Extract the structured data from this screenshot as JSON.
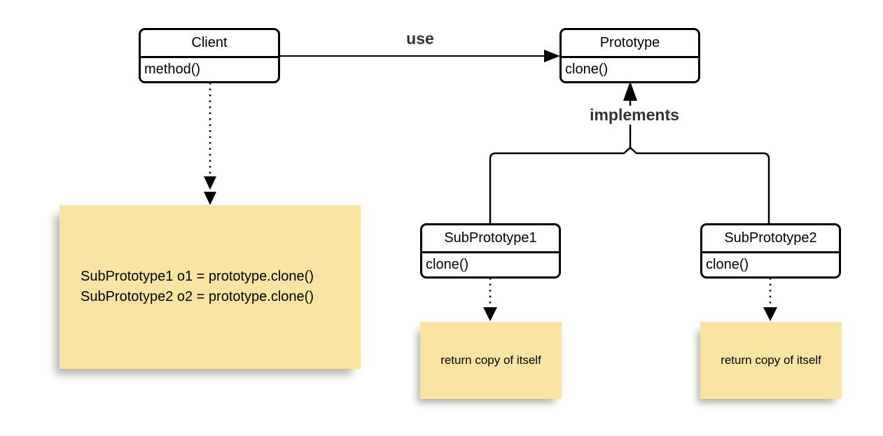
{
  "colors": {
    "note_fill": "#F9E4A2",
    "line": "#000000",
    "edge_label": "#333333",
    "box_fill": "#FFFFFF"
  },
  "classes": {
    "client": {
      "name": "Client",
      "method": "method()"
    },
    "prototype": {
      "name": "Prototype",
      "method": "clone()"
    },
    "sub1": {
      "name": "SubPrototype1",
      "method": "clone()"
    },
    "sub2": {
      "name": "SubPrototype2",
      "method": "clone()"
    }
  },
  "labels": {
    "use": "use",
    "implements": "implements"
  },
  "notes": {
    "client": {
      "line1": "SubPrototype1 o1 = prototype.clone()",
      "line2": "SubPrototype2 o2 = prototype.clone()"
    },
    "sub1": {
      "text": "return copy of itself"
    },
    "sub2": {
      "text": "return copy of itself"
    }
  }
}
